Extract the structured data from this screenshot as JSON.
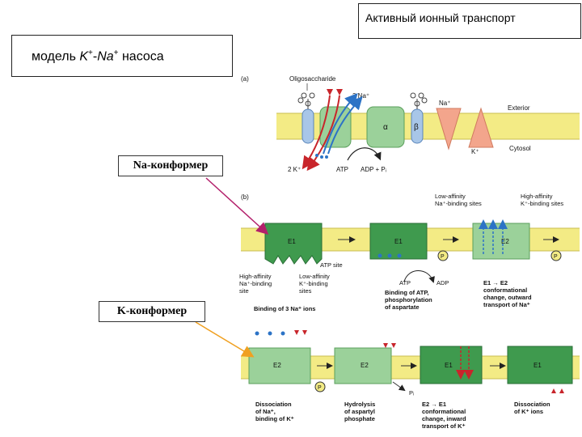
{
  "header": {
    "title": "Активный ионный транспорт"
  },
  "model": {
    "prefix": "модель ",
    "k": "K",
    "plus": "+",
    "dash": "-",
    "na": "Na",
    "suffix": " насоса"
  },
  "labels": {
    "na_conformer": "Na-конформер",
    "k_conformer": "K-конформер"
  },
  "panel_a": {
    "letter": "(a)",
    "oligosaccharide": "Oligosaccharide",
    "na3": "3 Na⁺",
    "na": "Na⁺",
    "k": "K⁺",
    "k2": "2 K⁺",
    "alpha": "α",
    "beta": "β",
    "exterior": "Exterior",
    "cytosol": "Cytosol",
    "atp": "ATP",
    "adp_pi": "ADP + Pᵢ"
  },
  "panel_b": {
    "letter": "(b)",
    "low_affinity_na": [
      "Low-affinity",
      "Na⁺-binding sites"
    ],
    "high_affinity_k": [
      "High-affinity",
      "K⁺-binding sites"
    ],
    "e1": "E1",
    "e2": "E2",
    "p": "P",
    "atp_site": "ATP site",
    "high_affinity_na": [
      "High-affinity",
      "Na⁺-binding",
      "site"
    ],
    "low_affinity_k": [
      "Low-affinity",
      "K⁺-binding",
      "sites"
    ],
    "binding3na": "Binding of 3 Na⁺ ions",
    "atp": "ATP",
    "adp": "ADP",
    "binding_atp": [
      "Binding of ATP,",
      "phosphorylation",
      "of aspartate"
    ],
    "e1_e2": [
      "E1 → E2",
      "conformational",
      "change, outward",
      "transport of Na⁺"
    ],
    "dissociation_na": [
      "Dissociation",
      "of Na⁺,",
      "binding of K⁺"
    ],
    "hydrolysis": [
      "Hydrolysis",
      "of aspartyl",
      "phosphate"
    ],
    "pi": "Pᵢ",
    "e2_e1": [
      "E2 → E1",
      "conformational",
      "change, inward",
      "transport of K⁺"
    ],
    "dissociation_k": [
      "Dissociation",
      "of K⁺ ions"
    ]
  },
  "colors": {
    "membrane": "#f3eb85",
    "protein_dark": "#3f9a4e",
    "protein_light": "#9bd19a",
    "blue": "#2c73c6",
    "red": "#c8252b",
    "arrow_purple": "#b3206b",
    "arrow_orange": "#f0a020"
  }
}
